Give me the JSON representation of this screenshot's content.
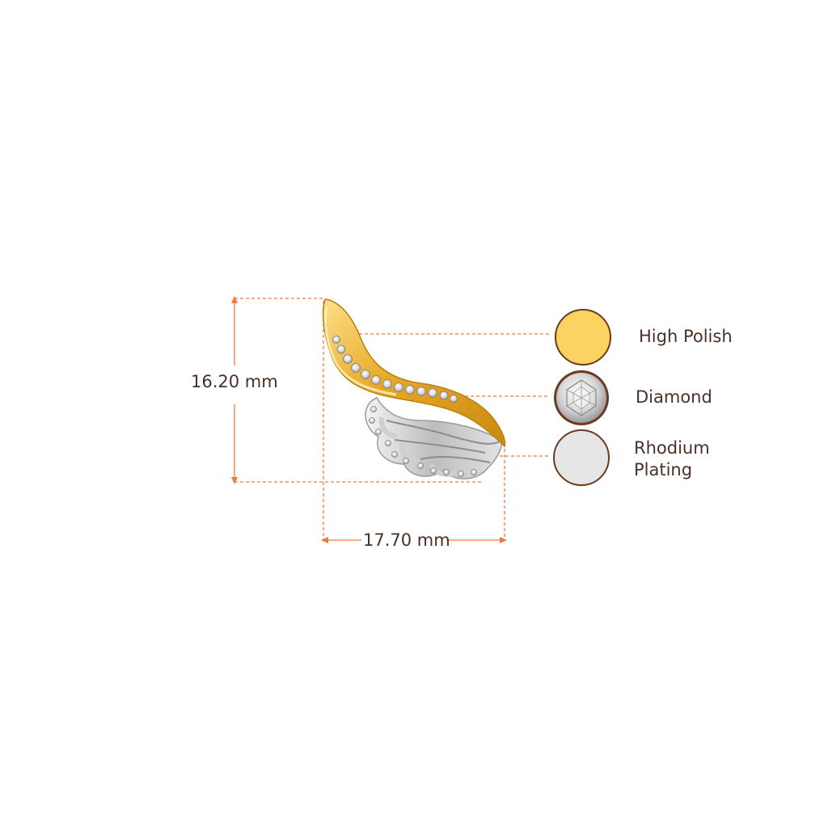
{
  "dimensions": {
    "height_label": "16.20 mm",
    "width_label": "17.70 mm"
  },
  "legend": {
    "items": [
      {
        "label": "High Polish",
        "swatch": "gold-swatch"
      },
      {
        "label": "Diamond",
        "swatch": "diamond-swatch"
      },
      {
        "label": "Rhodium\nPlating",
        "swatch": "rhodium-swatch"
      }
    ]
  },
  "colors": {
    "guide": "#f07a3e",
    "text": "#4a3128",
    "gold": "#fcd262",
    "rhodium": "#e6e6e6",
    "swatch_border": "#6b3a1f"
  }
}
